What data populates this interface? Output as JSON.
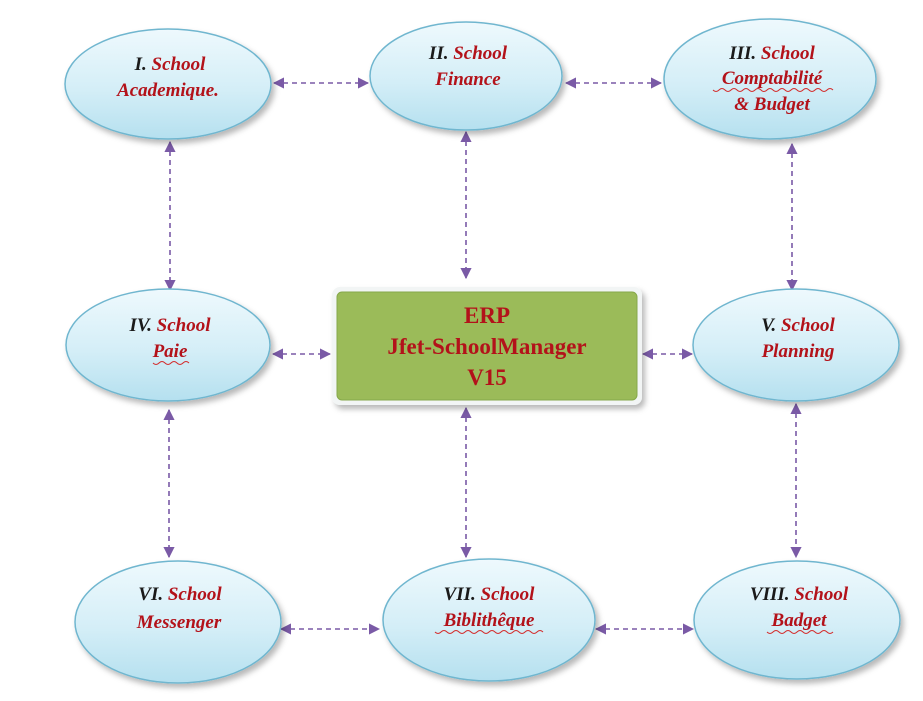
{
  "center": {
    "lines": [
      "ERP",
      "Jfet-SchoolManager",
      "V15"
    ]
  },
  "modules": [
    {
      "id": "academique",
      "number": "I.",
      "lines": [
        "School",
        "Academique."
      ]
    },
    {
      "id": "finance",
      "number": "II.",
      "lines": [
        "School",
        "Finance"
      ]
    },
    {
      "id": "comptabilite",
      "number": "III.",
      "lines": [
        "School",
        "Comptabilité",
        "& Budget"
      ]
    },
    {
      "id": "paie",
      "number": "IV.",
      "lines": [
        "School",
        "Paie"
      ]
    },
    {
      "id": "planning",
      "number": "V.",
      "lines": [
        "School",
        "Planning"
      ]
    },
    {
      "id": "messenger",
      "number": "VI.",
      "lines": [
        "School",
        "Messenger"
      ]
    },
    {
      "id": "bibliotheque",
      "number": "VII.",
      "lines": [
        "School",
        "Biblithêque"
      ]
    },
    {
      "id": "badget",
      "number": "VIII.",
      "lines": [
        "School",
        "Badget"
      ]
    }
  ],
  "colors": {
    "ellipse_fill_top": "#eef9fd",
    "ellipse_fill_bottom": "#b8e2f0",
    "ellipse_stroke": "#6fb6cf",
    "center_fill": "#9bbb59",
    "center_border": "#e8eef0",
    "connector": "#7a5aa6",
    "text_red": "#b3121a"
  }
}
